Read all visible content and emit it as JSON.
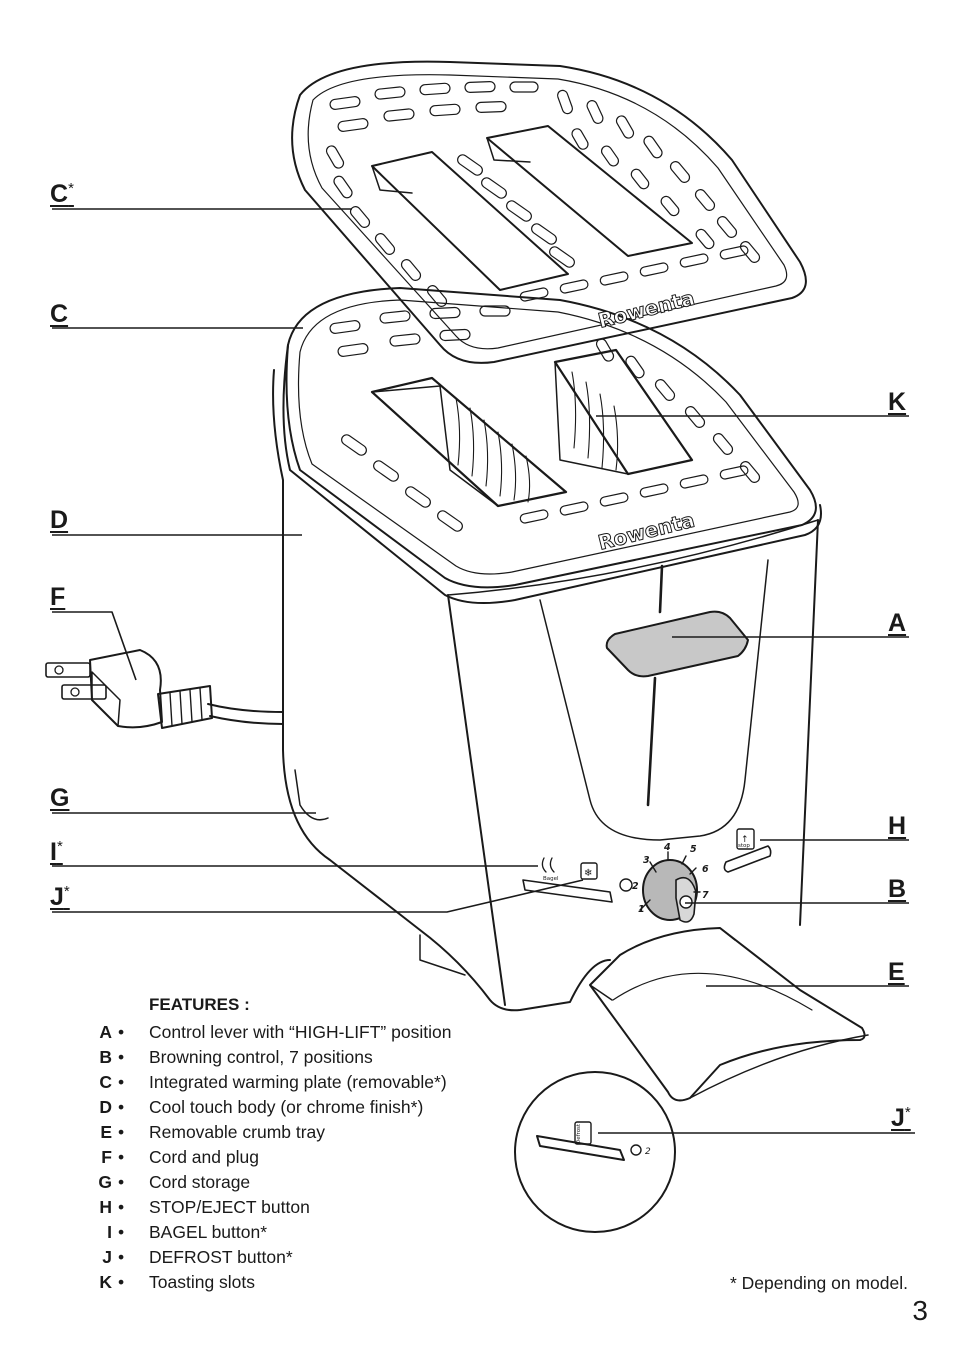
{
  "brand": "Rowenta",
  "callouts": {
    "C_star": {
      "letter": "C",
      "mark": "*"
    },
    "C": {
      "letter": "C"
    },
    "D": {
      "letter": "D"
    },
    "F": {
      "letter": "F"
    },
    "G": {
      "letter": "G"
    },
    "I_star": {
      "letter": "I",
      "mark": "*"
    },
    "J_star": {
      "letter": "J",
      "mark": "*"
    },
    "K": {
      "letter": "K"
    },
    "A": {
      "letter": "A"
    },
    "H": {
      "letter": "H"
    },
    "B": {
      "letter": "B"
    },
    "E": {
      "letter": "E"
    },
    "J_star_detail": {
      "letter": "J",
      "mark": "*"
    }
  },
  "dial_numbers": [
    "1",
    "2",
    "3",
    "4",
    "5",
    "6",
    "7"
  ],
  "button_labels": {
    "bagel": "Bagel",
    "stop": "stop",
    "defrost": "Defrost",
    "detail_two": "2"
  },
  "features": {
    "title": "FEATURES :",
    "items": [
      {
        "letter": "A",
        "text": "Control lever with “HIGH-LIFT” position"
      },
      {
        "letter": "B",
        "text": "Browning control, 7 positions"
      },
      {
        "letter": "C",
        "text": "Integrated warming plate (removable*)"
      },
      {
        "letter": "D",
        "text": "Cool touch body (or chrome finish*)"
      },
      {
        "letter": "E",
        "text": "Removable crumb tray"
      },
      {
        "letter": "F",
        "text": "Cord and plug"
      },
      {
        "letter": "G",
        "text": "Cord storage"
      },
      {
        "letter": "H",
        "text": "STOP/EJECT button"
      },
      {
        "letter": "I",
        "text": "BAGEL button*"
      },
      {
        "letter": "J",
        "text": "DEFROST button*"
      },
      {
        "letter": "K",
        "text": "Toasting slots"
      }
    ]
  },
  "footnote": "* Depending on model.",
  "page_number": "3",
  "colors": {
    "line": "#1a1a1a",
    "lever": "#c8c8c8",
    "dial": "#b8b8b8",
    "background": "#ffffff"
  }
}
